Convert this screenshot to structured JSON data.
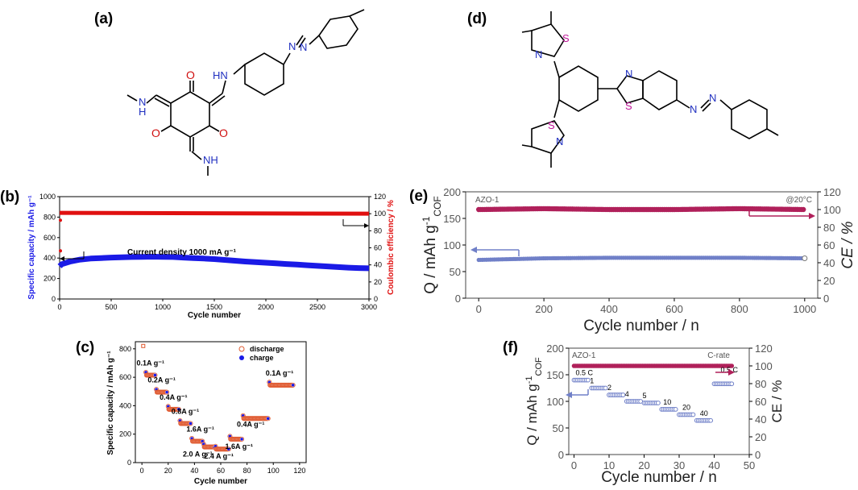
{
  "panel_labels": {
    "a": "(a)",
    "b": "(b)",
    "c": "(c)",
    "d": "(d)",
    "e": "(e)",
    "f": "(f)"
  },
  "structures": {
    "a": {
      "atoms": {
        "O": "O",
        "N": "N",
        "HN": "HN",
        "NH": "NH",
        "H": "H"
      }
    },
    "d": {
      "atoms": {
        "S": "S",
        "N": "N"
      }
    }
  },
  "chart_data": [
    {
      "id": "b",
      "type": "line",
      "xlabel": "Cycle number",
      "ylabel": "Specific capacity / mAh g⁻¹",
      "y2label": "Coulombic efficiency / %",
      "xlim": [
        0,
        3000
      ],
      "ylim": [
        0,
        1000
      ],
      "y2lim": [
        0,
        120
      ],
      "xticks": [
        0,
        500,
        1000,
        1500,
        2000,
        2500,
        3000
      ],
      "yticks": [
        0,
        200,
        400,
        600,
        800,
        1000
      ],
      "y2ticks": [
        0,
        20,
        40,
        60,
        80,
        100,
        120
      ],
      "annotation": "Current density 1000 mA g⁻¹",
      "series": [
        {
          "axis": "left",
          "color": "#1a1ae6",
          "x": [
            0,
            20,
            100,
            200,
            300,
            400,
            500,
            600,
            700,
            800,
            900,
            1000,
            1100,
            1200,
            1300,
            1400,
            1500,
            1600,
            1700,
            1800,
            1900,
            2000,
            2100,
            2200,
            2300,
            2400,
            2500,
            2600,
            2700,
            2800,
            2900,
            3000
          ],
          "y": [
            320,
            340,
            365,
            385,
            395,
            400,
            405,
            408,
            410,
            412,
            413,
            412,
            410,
            405,
            400,
            395,
            390,
            382,
            374,
            366,
            360,
            354,
            348,
            342,
            336,
            330,
            324,
            318,
            312,
            306,
            302,
            300
          ]
        },
        {
          "axis": "right",
          "color": "#e01010",
          "x": [
            0,
            3000
          ],
          "y": [
            101,
            100
          ]
        }
      ],
      "outliers": [
        {
          "x": 0,
          "y": 470
        },
        {
          "x": 0,
          "y": 770
        }
      ]
    },
    {
      "id": "c",
      "type": "scatter",
      "xlabel": "Cycle number",
      "ylabel": "Specific capacity / mAh g⁻¹",
      "xlim": [
        -5,
        125
      ],
      "ylim": [
        0,
        850
      ],
      "xticks": [
        0,
        20,
        40,
        60,
        80,
        100,
        120
      ],
      "yticks": [
        0,
        200,
        400,
        600,
        800
      ],
      "legend": {
        "position": "top-right",
        "entries": [
          "discharge",
          "charge"
        ]
      },
      "steps": [
        {
          "label": "0.1A g⁻¹",
          "x0": 3,
          "x1": 10,
          "value": 615
        },
        {
          "label": "0.2A g⁻¹",
          "x0": 11,
          "x1": 19,
          "value": 495
        },
        {
          "label": "0.4A g⁻¹",
          "x0": 20,
          "x1": 28,
          "value": 375
        },
        {
          "label": "0.8A g⁻¹",
          "x0": 29,
          "x1": 37,
          "value": 275
        },
        {
          "label": "1.6A g⁻¹",
          "x0": 38,
          "x1": 46,
          "value": 150
        },
        {
          "label": "2.0 A g⁻¹",
          "x0": 47,
          "x1": 55,
          "value": 110
        },
        {
          "label": "2.4 A g⁻¹",
          "x0": 56,
          "x1": 66,
          "value": 95
        },
        {
          "label": "1.6A g⁻¹",
          "x0": 67,
          "x1": 76,
          "value": 165
        },
        {
          "label": "0.4A g⁻¹",
          "x0": 77,
          "x1": 96,
          "value": 310
        },
        {
          "label": "0.1A g⁻¹",
          "x0": 97,
          "x1": 115,
          "value": 545
        }
      ],
      "first_point": {
        "x": 1,
        "y": 820
      }
    },
    {
      "id": "e",
      "type": "scatter",
      "xlabel": "Cycle number / n",
      "ylabel": "Q / mAh g",
      "ylabel_sub": "COF",
      "ylabel_sup": "-1",
      "y2label": "CE / %",
      "xlim": [
        -40,
        1040
      ],
      "ylim": [
        0,
        200
      ],
      "y2lim": [
        0,
        120
      ],
      "xticks": [
        0,
        200,
        400,
        600,
        800,
        1000
      ],
      "yticks": [
        0,
        50,
        100,
        150,
        200
      ],
      "y2ticks": [
        0,
        20,
        40,
        60,
        80,
        100,
        120
      ],
      "text_left": "AZO-1",
      "text_right": "@20°C",
      "series": [
        {
          "name": "",
          "axis": "left",
          "color": "#7080c8",
          "from": 0,
          "to": 1000,
          "values": [
            72,
            75,
            76,
            76,
            76,
            75
          ]
        },
        {
          "name": "",
          "axis": "right",
          "color": "#b0205a",
          "from": 0,
          "to": 1000,
          "values": [
            100,
            101,
            100,
            100,
            101,
            100
          ]
        }
      ]
    },
    {
      "id": "f",
      "type": "scatter",
      "xlabel": "Cycle number / n",
      "ylabel": "Q / mAh g",
      "ylabel_sub": "COF",
      "ylabel_sup": "-1",
      "y2label": "CE / %",
      "xlim": [
        -1.5,
        50
      ],
      "ylim": [
        0,
        200
      ],
      "y2lim": [
        0,
        120
      ],
      "xticks": [
        0,
        10,
        20,
        30,
        40,
        50
      ],
      "yticks": [
        0,
        50,
        100,
        150,
        200
      ],
      "y2ticks": [
        0,
        20,
        40,
        60,
        80,
        100,
        120
      ],
      "text_left": "AZO-1",
      "text_right": "C-rate",
      "steps": [
        {
          "label": "0.5 C",
          "x0": 0,
          "x1": 4,
          "value": 140
        },
        {
          "label": "1",
          "x0": 5,
          "x1": 9,
          "value": 125
        },
        {
          "label": "2",
          "x0": 10,
          "x1": 14,
          "value": 112
        },
        {
          "label": "4",
          "x0": 15,
          "x1": 19,
          "value": 100
        },
        {
          "label": "5",
          "x0": 20,
          "x1": 24,
          "value": 97
        },
        {
          "label": "10",
          "x0": 25,
          "x1": 29,
          "value": 85
        },
        {
          "label": "20",
          "x0": 30,
          "x1": 34,
          "value": 75
        },
        {
          "label": "40",
          "x0": 35,
          "x1": 39,
          "value": 64
        },
        {
          "label": "0.5 C",
          "x0": 40,
          "x1": 45,
          "value": 133
        }
      ],
      "ce_value": 100,
      "ce_range": [
        0,
        45
      ]
    }
  ]
}
